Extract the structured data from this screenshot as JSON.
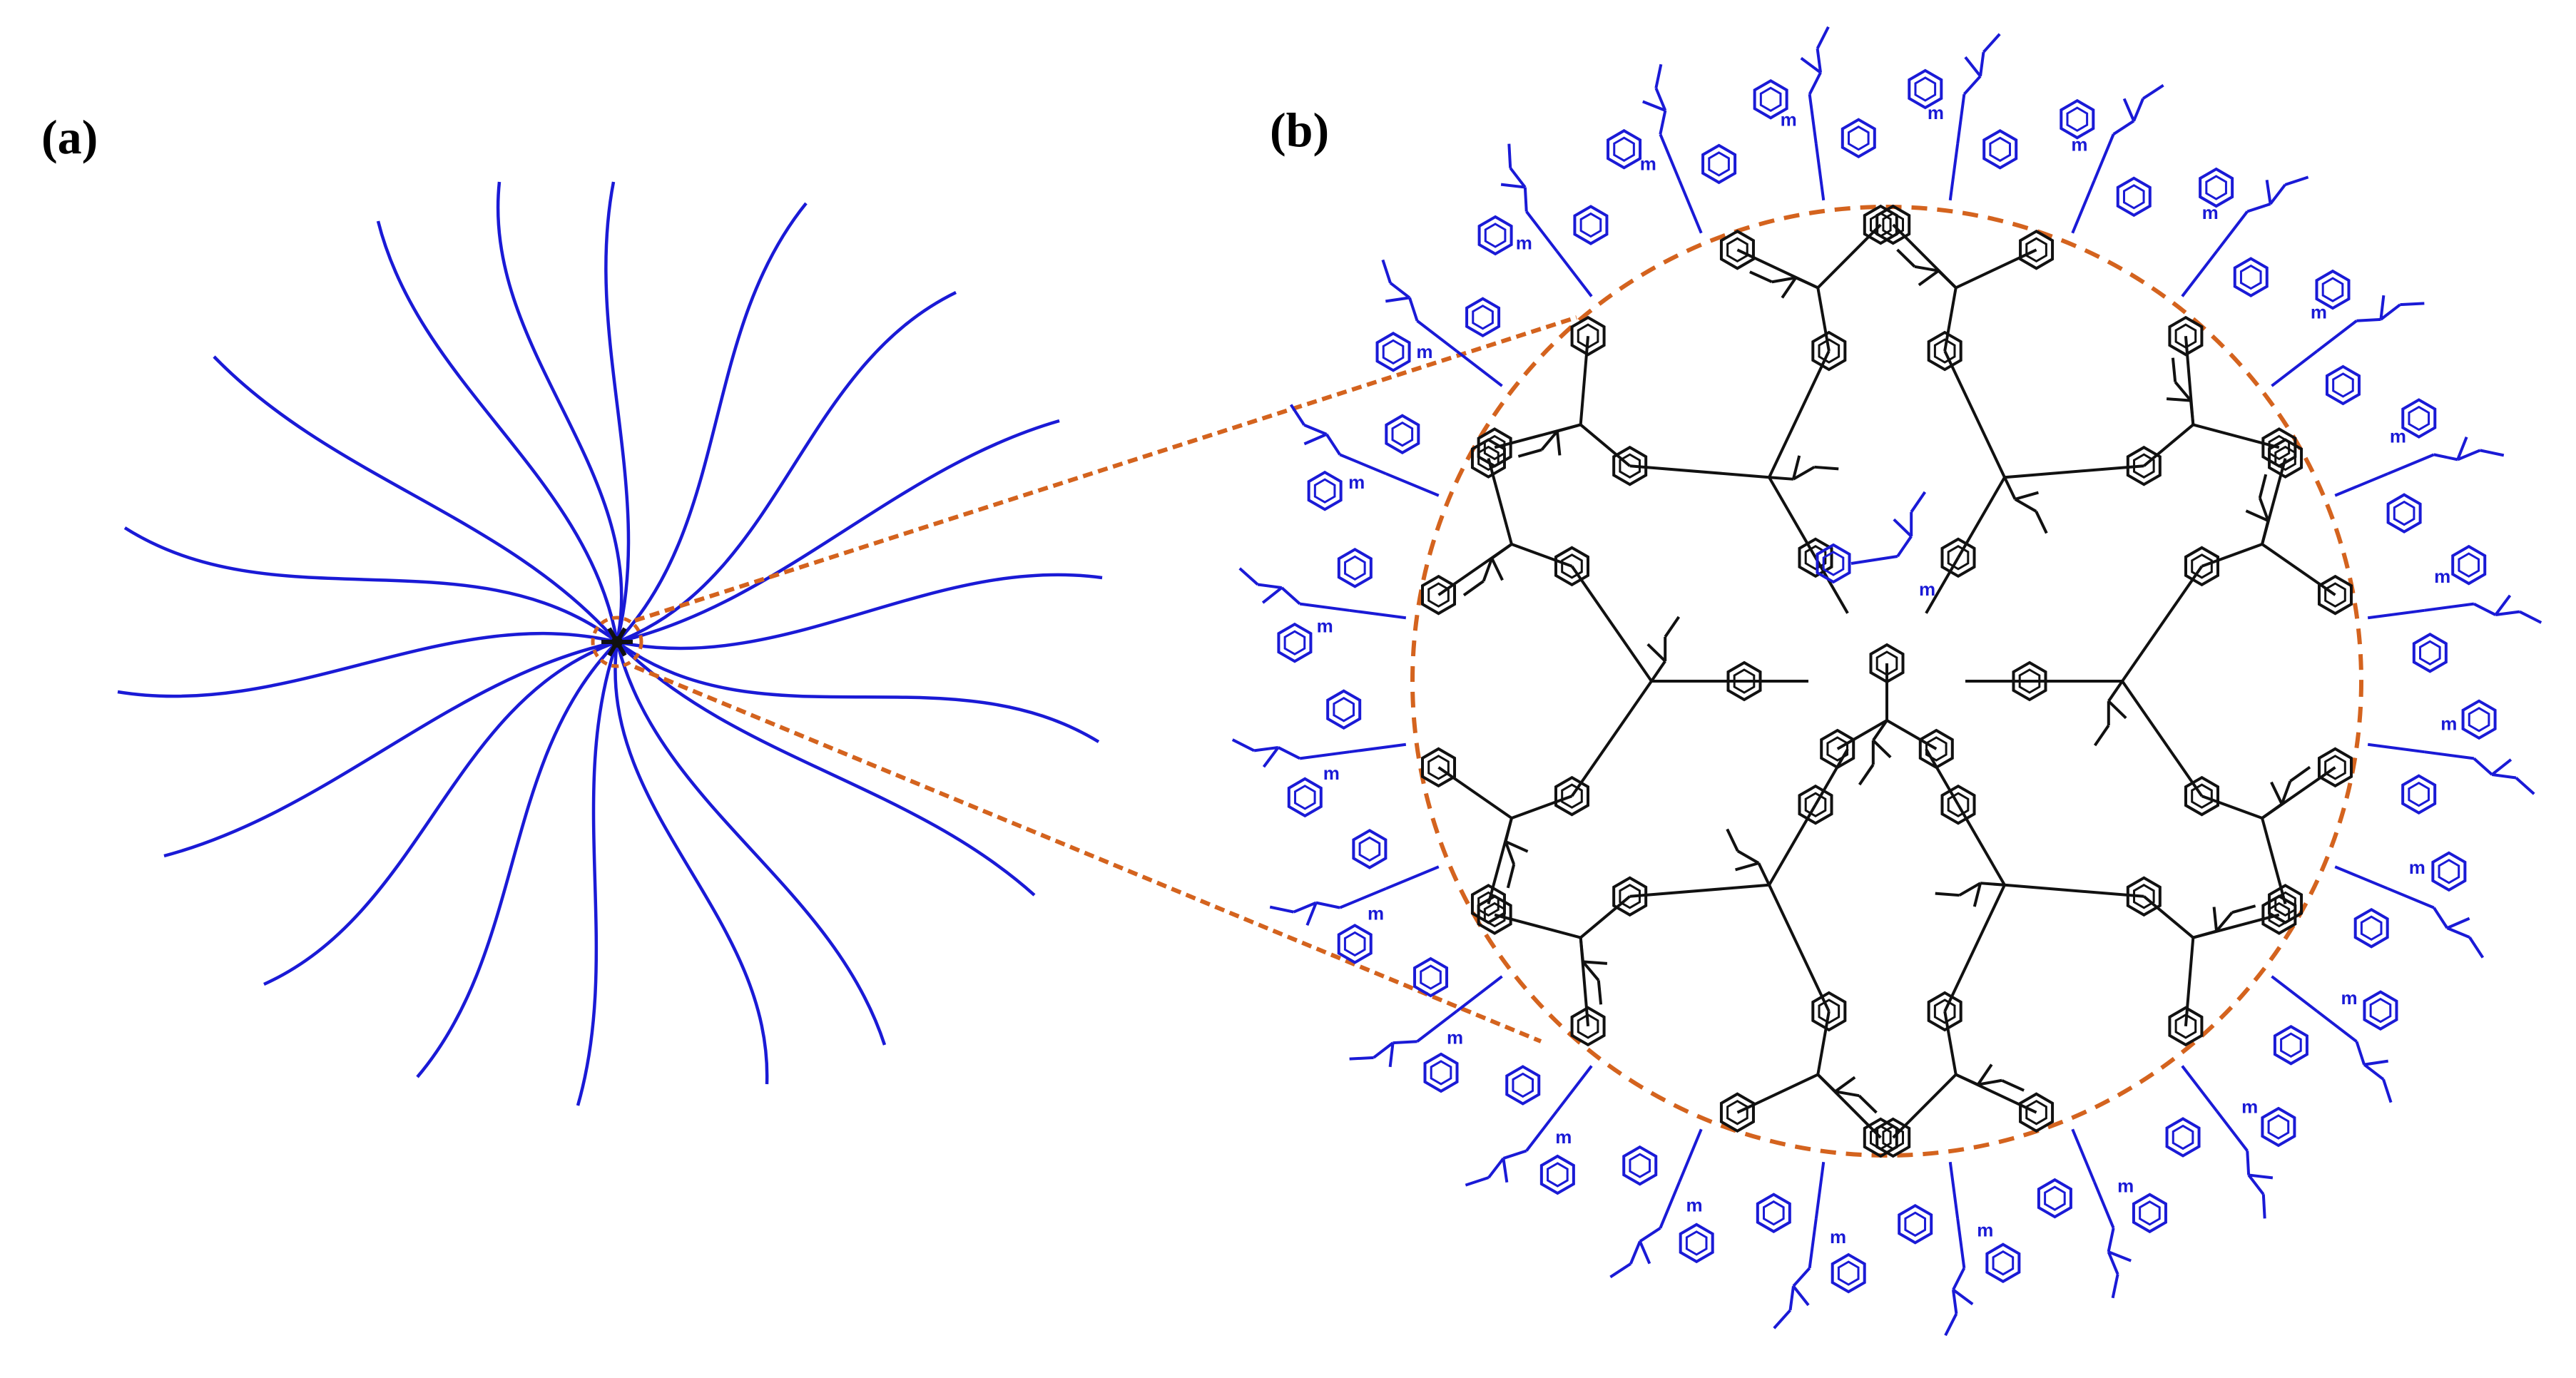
{
  "panels": [
    {
      "label": "(a)"
    },
    {
      "label": "(b)"
    }
  ],
  "repeat_unit_label": "m",
  "colors": {
    "arm": "#1a1ad6",
    "core": "#111111",
    "zoom": "#d4631e",
    "background": "#ffffff"
  },
  "star_polymer": {
    "arm_count": 18
  },
  "dendrimer": {
    "generations": 3,
    "peripheral_arm_count": 24
  }
}
